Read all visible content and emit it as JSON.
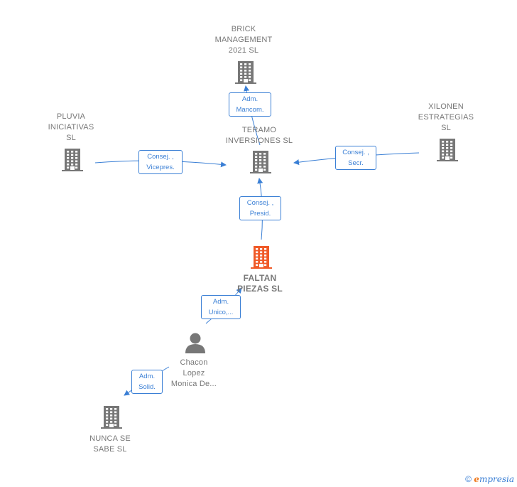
{
  "colors": {
    "node": "#777777",
    "focus": "#f05a28",
    "edge": "#3a7fd5"
  },
  "nodes": {
    "brick": {
      "lines": [
        "BRICK",
        "MANAGEMENT",
        "2021  SL"
      ],
      "icon": "building-icon"
    },
    "pluvia": {
      "lines": [
        "PLUVIA",
        "INICIATIVAS",
        "SL"
      ],
      "icon": "building-icon"
    },
    "teramo": {
      "lines": [
        "TERAMO",
        "INVERSIONES SL"
      ],
      "icon": "building-icon"
    },
    "xilonen": {
      "lines": [
        "XILONEN",
        "ESTRATEGIAS",
        "SL"
      ],
      "icon": "building-icon"
    },
    "faltan": {
      "lines": [
        "FALTAN",
        "PIEZAS  SL"
      ],
      "icon": "building-icon"
    },
    "chacon": {
      "lines": [
        "Chacon",
        "Lopez",
        "Monica De..."
      ],
      "icon": "person-icon"
    },
    "nunca": {
      "lines": [
        "NUNCA SE",
        "SABE  SL"
      ],
      "icon": "building-icon"
    }
  },
  "edges": {
    "adm_mancom": [
      "Adm.",
      "Mancom."
    ],
    "consej_vicepres": [
      "Consej. ,",
      "Vicepres."
    ],
    "consej_secr": [
      "Consej. ,",
      "Secr."
    ],
    "consej_presid": [
      "Consej. ,",
      "Presid."
    ],
    "adm_unico": [
      "Adm.",
      "Unico,..."
    ],
    "adm_solid": [
      "Adm.",
      "Solid."
    ]
  },
  "footer": {
    "copyright": "©",
    "brand_initial": "e",
    "brand_rest": "mpresia"
  }
}
